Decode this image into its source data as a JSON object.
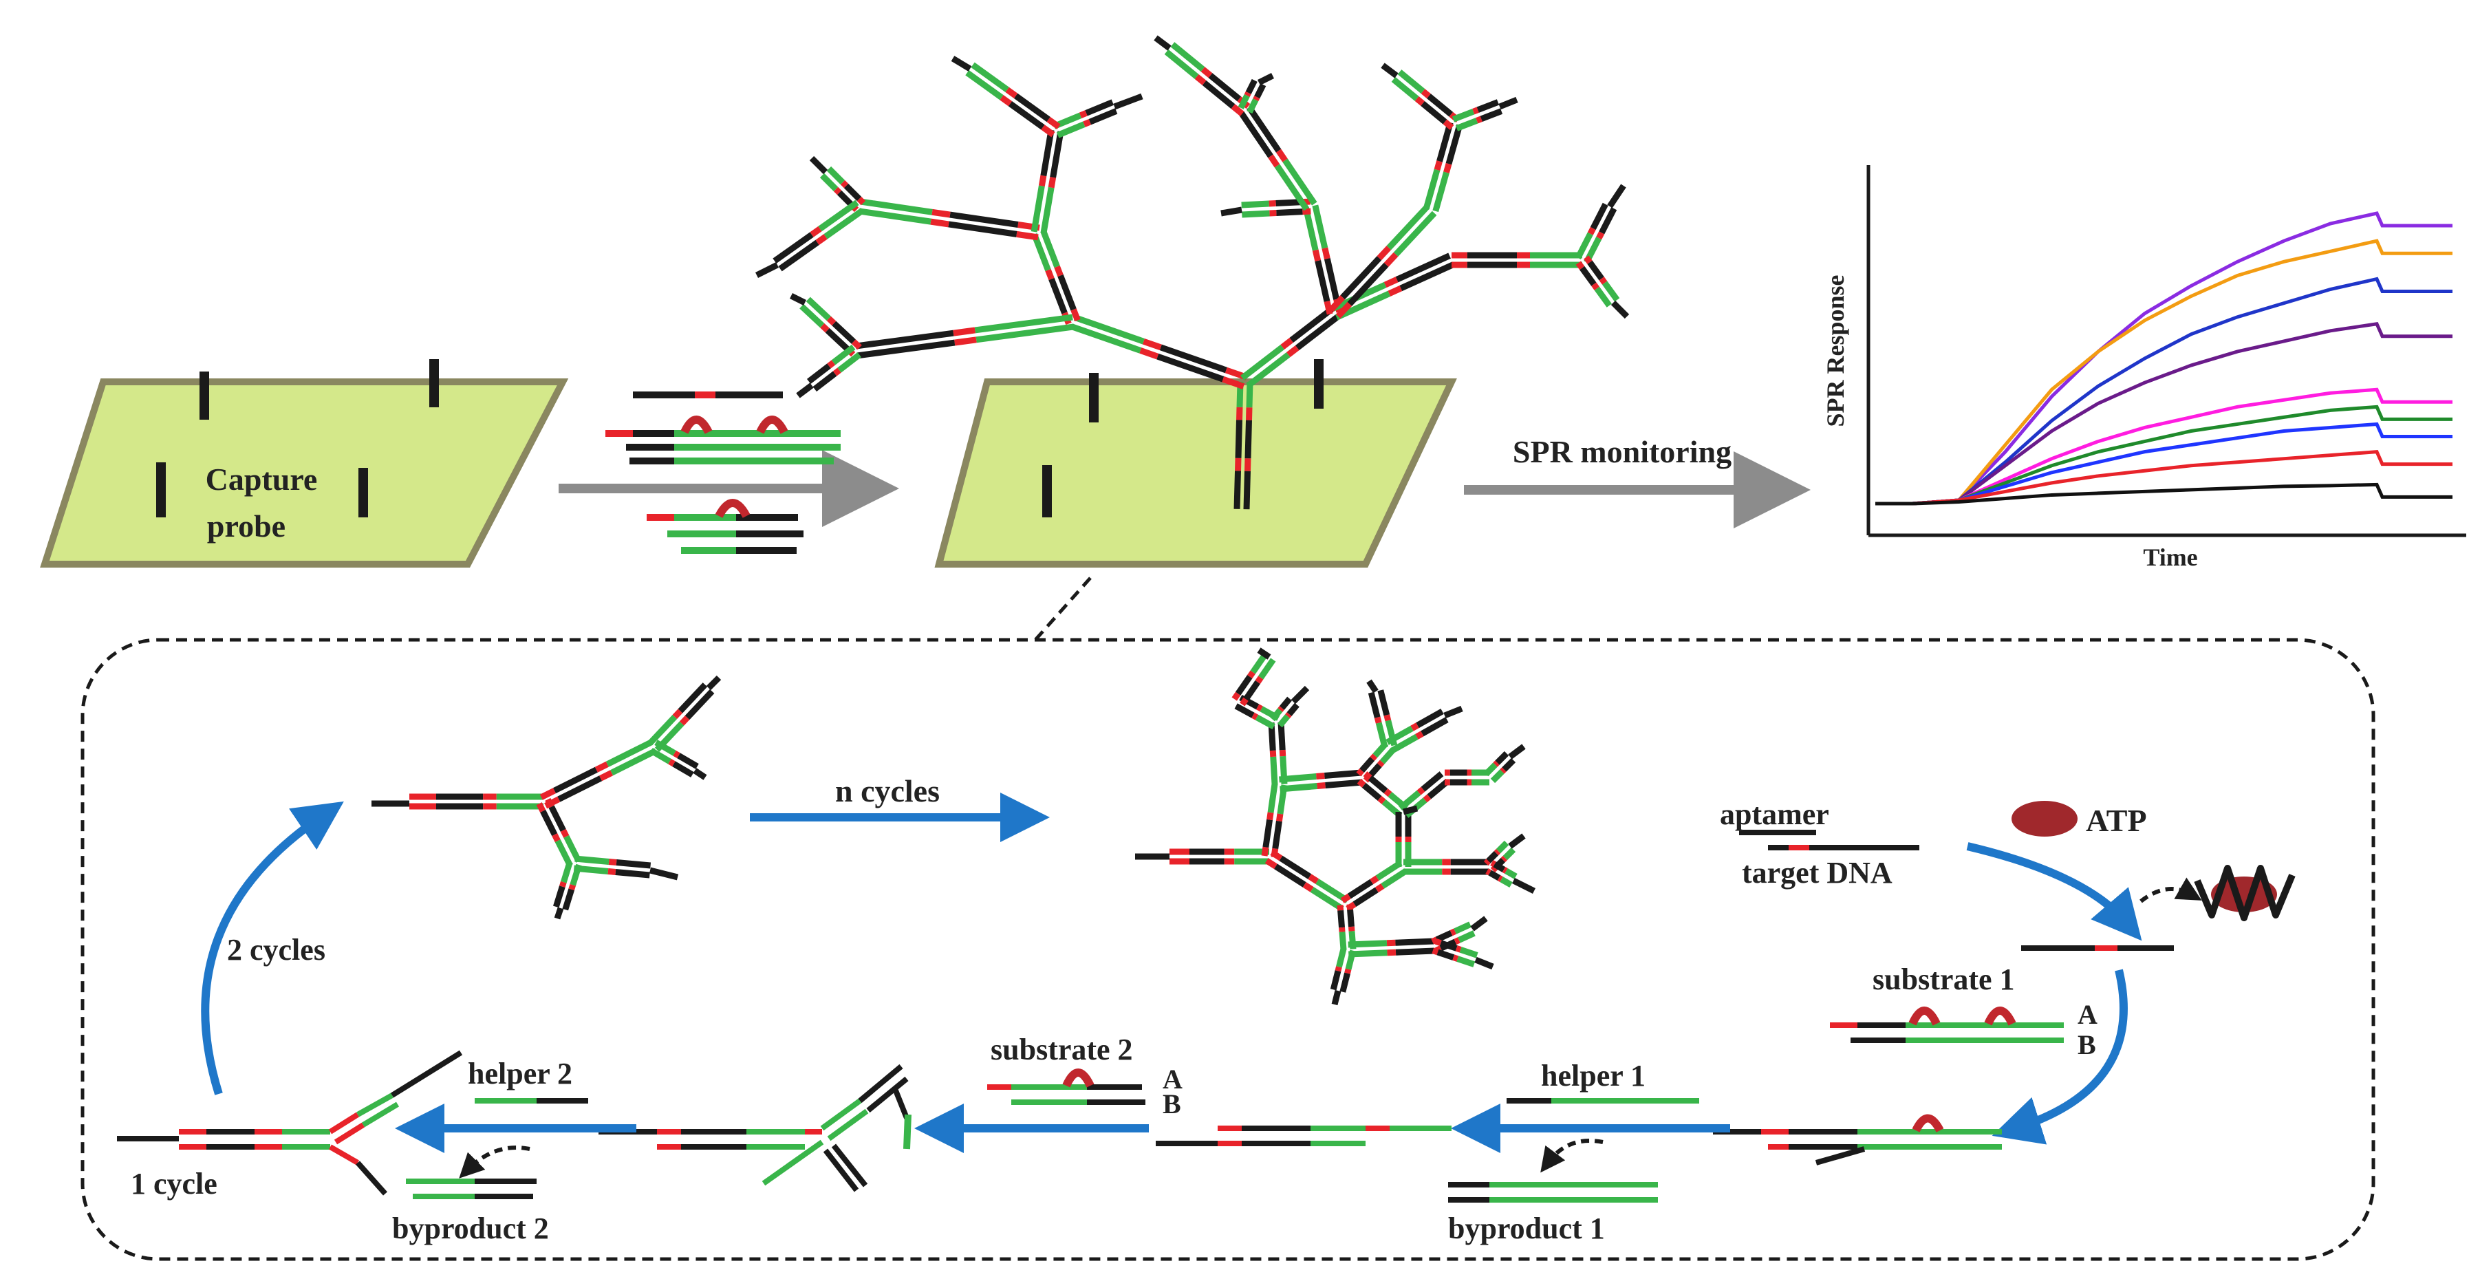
{
  "labels": {
    "capture_probe_line1": "Capture",
    "capture_probe_line2": "probe",
    "spr_monitoring": "SPR monitoring",
    "y_axis": "SPR Response",
    "x_axis": "Time",
    "n_cycles": "n cycles",
    "two_cycles": "2 cycles",
    "one_cycle": "1 cycle",
    "aptamer": "aptamer",
    "target_dna": "target DNA",
    "atp": "ATP",
    "substrate1": "substrate 1",
    "substrate2": "substrate 2",
    "helper1": "helper 1",
    "helper2": "helper 2",
    "byproduct1": "byproduct 1",
    "byproduct2": "byproduct 2",
    "strand_a": "A",
    "strand_b": "B"
  },
  "colors": {
    "black": "#1a1a1a",
    "green": "#39b54a",
    "red": "#e8232a",
    "hairpin": "#c1272d",
    "chip_fill": "#d4e88a",
    "chip_edge": "#8a8760",
    "gray_arrow": "#8c8c8c",
    "blue_arrow": "#1f77c9",
    "atp": "#a0282c"
  },
  "chart_data": {
    "type": "line",
    "xlabel": "Time",
    "ylabel": "SPR Response",
    "grid": false,
    "legend": "none",
    "x": [
      0,
      1,
      2,
      3,
      4,
      5,
      6,
      7,
      8,
      9,
      10
    ],
    "series": [
      {
        "color": "#8a2be2",
        "values": [
          0,
          0.1,
          1.5,
          3.1,
          4.4,
          5.5,
          6.3,
          7.0,
          7.6,
          8.1,
          8.4
        ]
      },
      {
        "color": "#f39c12",
        "values": [
          0,
          0.1,
          1.7,
          3.3,
          4.4,
          5.3,
          6.0,
          6.6,
          7.0,
          7.3,
          7.6
        ]
      },
      {
        "color": "#1f35c9",
        "values": [
          0,
          0.1,
          1.2,
          2.4,
          3.4,
          4.2,
          4.9,
          5.4,
          5.8,
          6.2,
          6.5
        ]
      },
      {
        "color": "#6a1b8a",
        "values": [
          0,
          0.1,
          1.1,
          2.1,
          2.9,
          3.5,
          4.0,
          4.4,
          4.7,
          5.0,
          5.2
        ]
      },
      {
        "color": "#ff1ce0",
        "values": [
          0,
          0.1,
          0.7,
          1.3,
          1.8,
          2.2,
          2.5,
          2.8,
          3.0,
          3.2,
          3.3
        ]
      },
      {
        "color": "#1f8a2b",
        "values": [
          0,
          0.1,
          0.6,
          1.1,
          1.5,
          1.8,
          2.1,
          2.3,
          2.5,
          2.7,
          2.8
        ]
      },
      {
        "color": "#1f35ff",
        "values": [
          0,
          0.1,
          0.5,
          0.9,
          1.2,
          1.5,
          1.7,
          1.9,
          2.1,
          2.2,
          2.3
        ]
      },
      {
        "color": "#e8232a",
        "values": [
          0,
          0.1,
          0.35,
          0.6,
          0.8,
          0.95,
          1.1,
          1.2,
          1.3,
          1.4,
          1.5
        ]
      },
      {
        "color": "#111111",
        "values": [
          0,
          0.05,
          0.15,
          0.25,
          0.3,
          0.35,
          0.4,
          0.45,
          0.5,
          0.52,
          0.55
        ]
      }
    ]
  }
}
